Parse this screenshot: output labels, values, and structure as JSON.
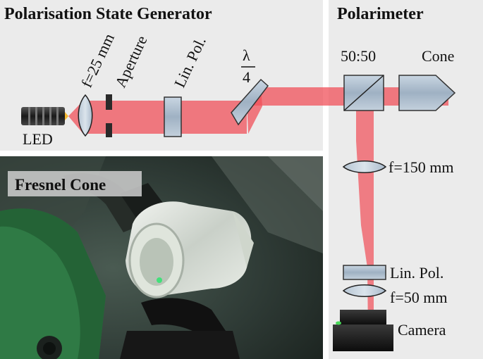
{
  "panels": {
    "generator_title": "Polarisation State Generator",
    "polarimeter_title": "Polarimeter",
    "photo_title": "Fresnel Cone"
  },
  "generator": {
    "led": "LED",
    "lens": "f=25 mm",
    "aperture": "Aperture",
    "polariser": "Lin. Pol.",
    "waveplate_num": "λ",
    "waveplate_den": "4"
  },
  "polarimeter": {
    "splitter": "50:50",
    "cone": "Cone",
    "lens1": "f=150 mm",
    "polariser": "Lin. Pol.",
    "lens2": "f=50 mm",
    "camera": "Camera"
  },
  "colors": {
    "panel_bg": "#ebebeb",
    "beam": "#f0505a",
    "optic_fill": "#a8b8c8",
    "green_mount": "#2f7a45"
  }
}
